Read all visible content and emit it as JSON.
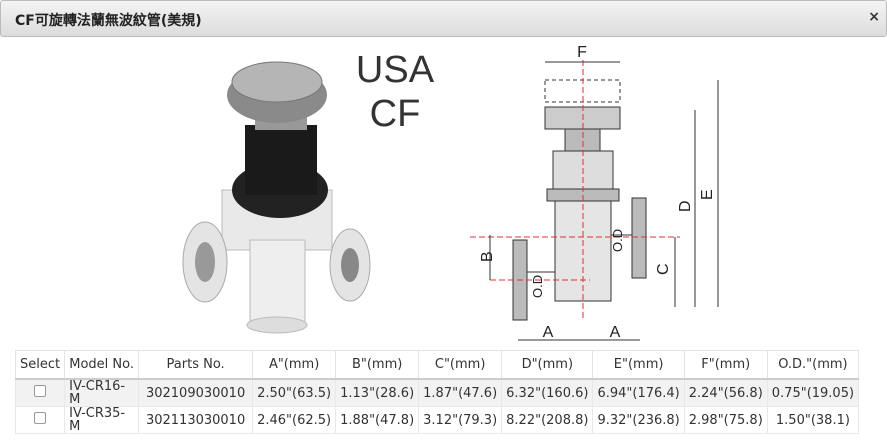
{
  "window": {
    "title": "CF可旋轉法蘭無波紋管(美規)",
    "close_icon": "×"
  },
  "figure": {
    "brand_text_line1": "USA",
    "brand_text_line2": "CF",
    "dimension_labels": {
      "A_left": "A",
      "A_right": "A",
      "B": "B",
      "C": "C",
      "D": "D",
      "E": "E",
      "F": "F",
      "OD_left": "O.D",
      "OD_right": "O.D"
    }
  },
  "table": {
    "headers": [
      "Select",
      "Model No.",
      "Parts No.",
      "A\"(mm)",
      "B\"(mm)",
      "C\"(mm)",
      "D\"(mm)",
      "E\"(mm)",
      "F\"(mm)",
      "O.D.\"(mm)"
    ],
    "rows": [
      {
        "model": "IV-CR16-M",
        "parts": "302109030010",
        "a": "2.50\"(63.5)",
        "b": "1.13\"(28.6)",
        "c": "1.87\"(47.6)",
        "d": "6.32\"(160.6)",
        "e": "6.94\"(176.4)",
        "f": "2.24\"(56.8)",
        "od": "0.75\"(19.05)"
      },
      {
        "model": "IV-CR35-M",
        "parts": "302113030010",
        "a": "2.46\"(62.5)",
        "b": "1.88\"(47.8)",
        "c": "3.12\"(79.3)",
        "d": "8.22\"(208.8)",
        "e": "9.32\"(236.8)",
        "f": "2.98\"(75.8)",
        "od": "1.50\"(38.1)"
      }
    ]
  }
}
